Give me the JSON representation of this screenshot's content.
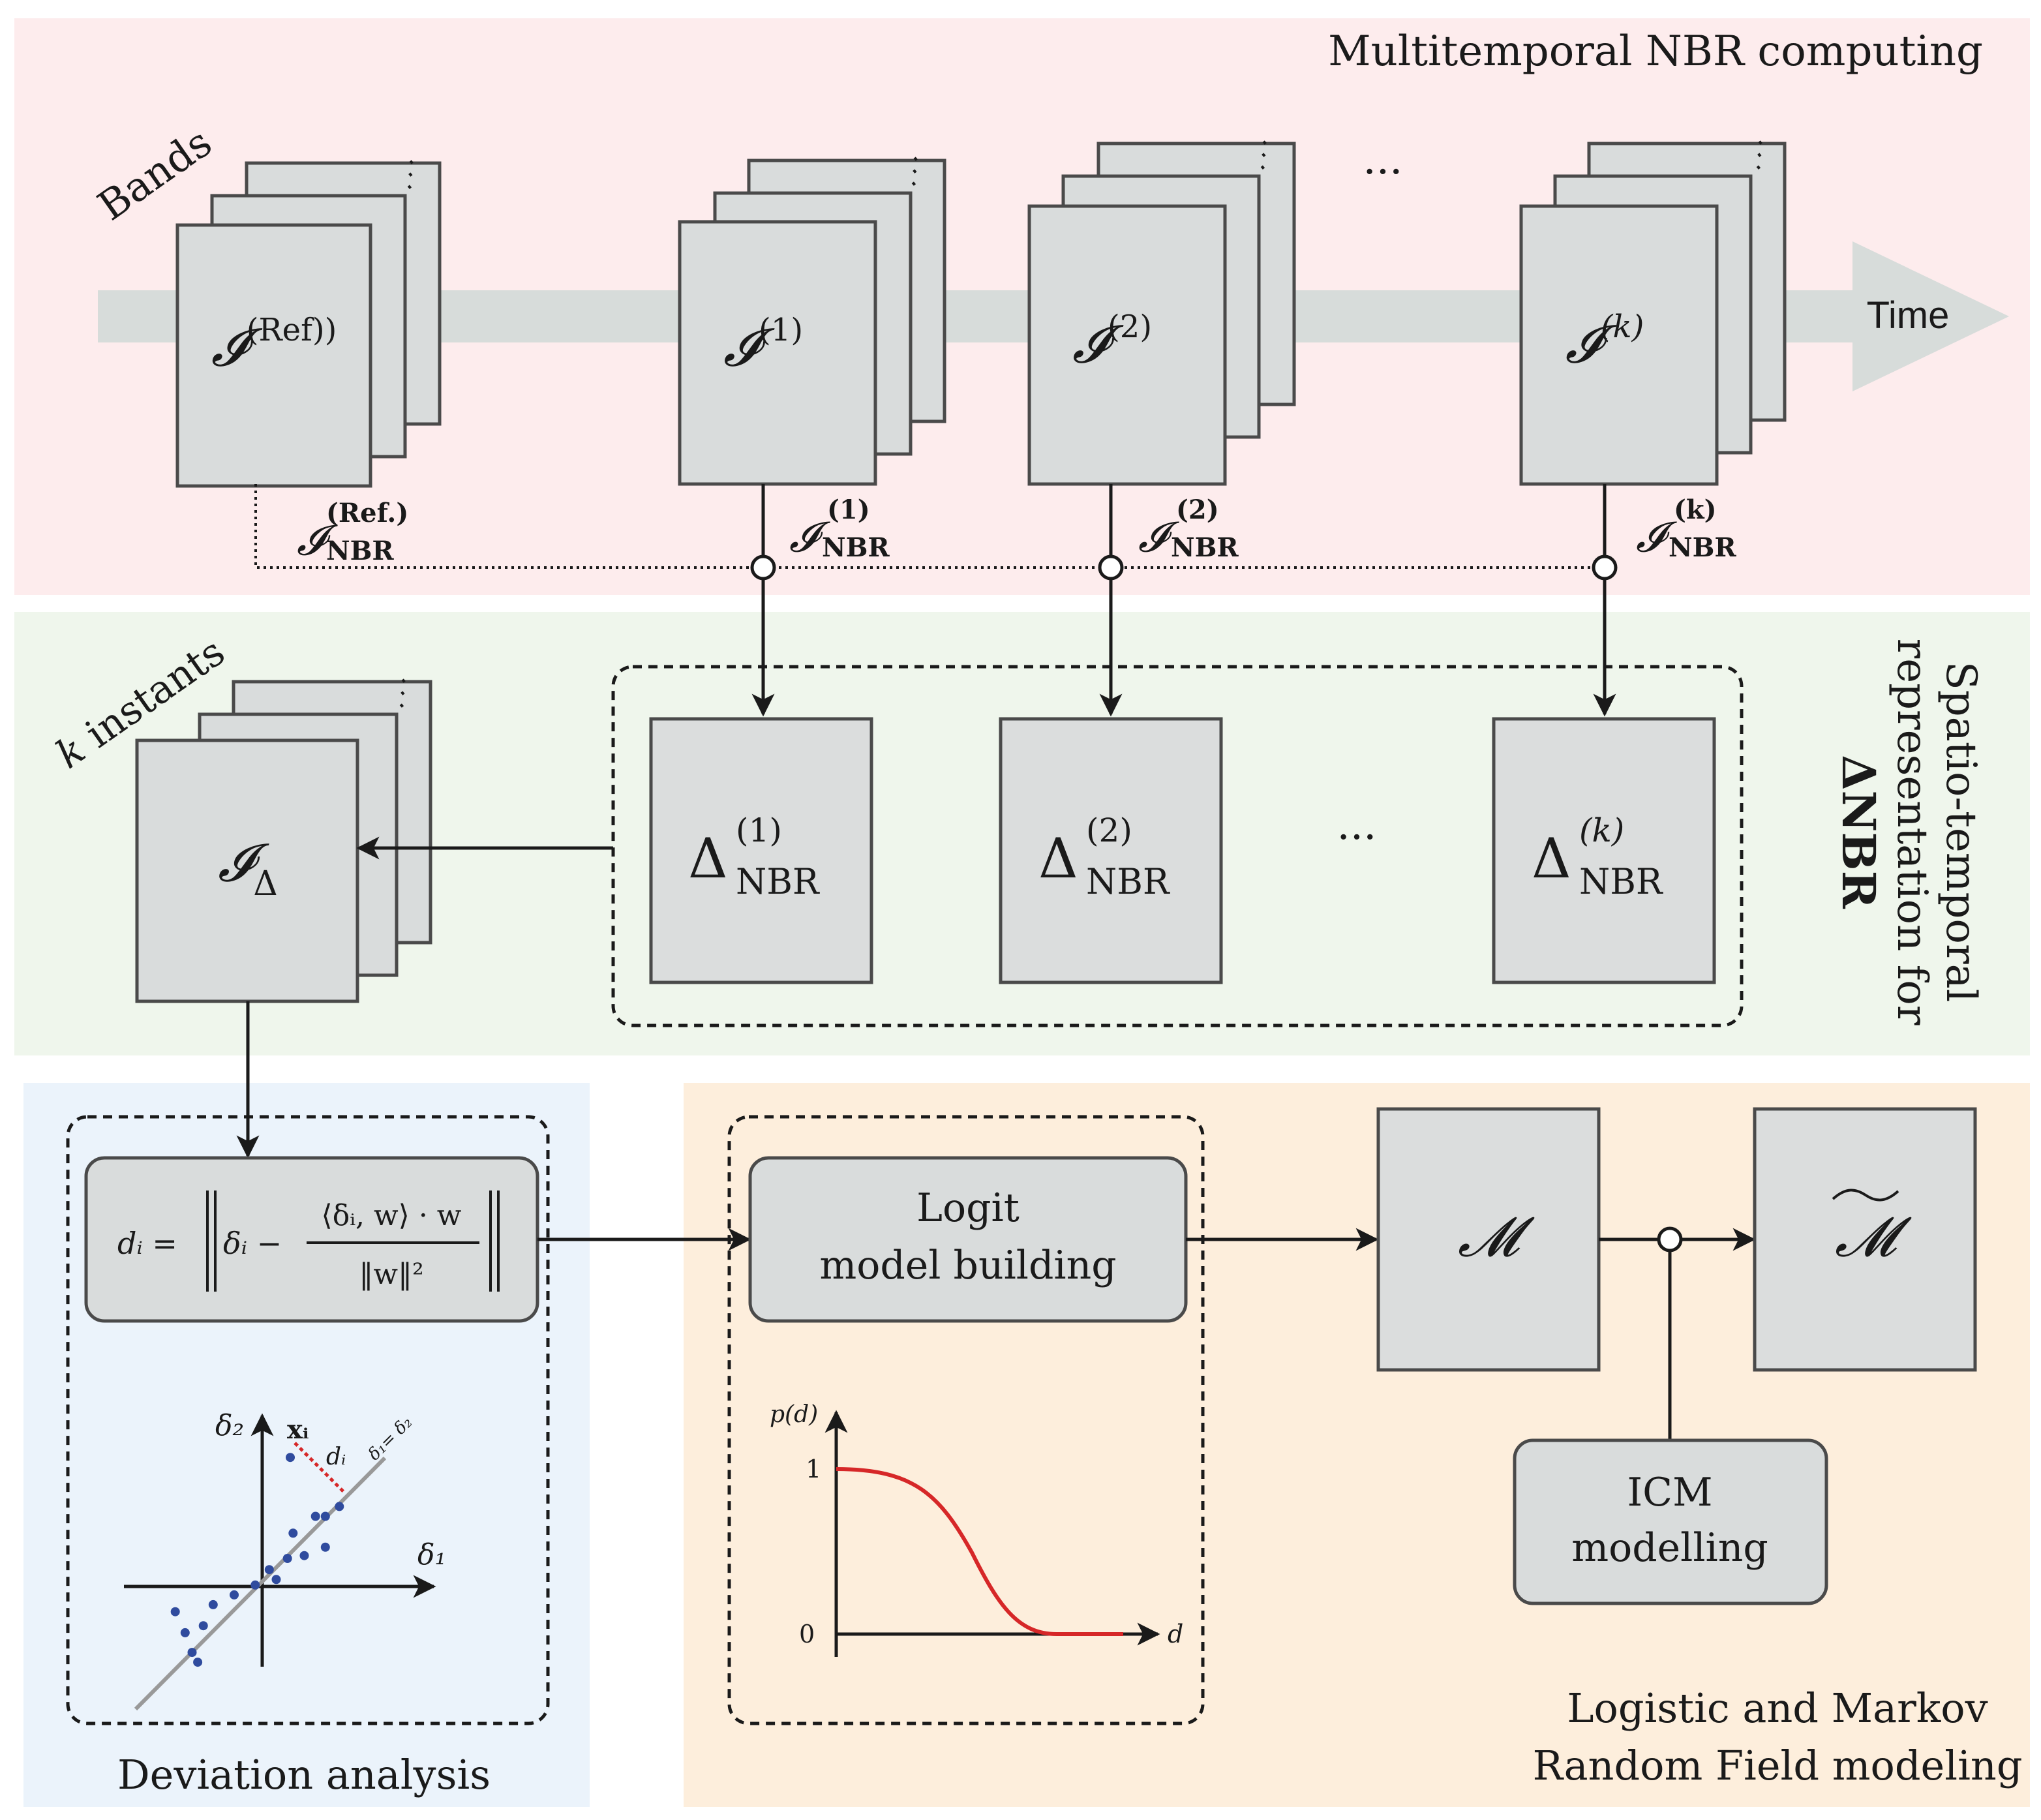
{
  "sections": {
    "top_title": "Multitemporal NBR computing",
    "middle_title_line1": "Spatio-temporal",
    "middle_title_line2": "representation for",
    "middle_title_line3": "ΔNBR",
    "bottom_left_title": "Deviation analysis",
    "bottom_right_title_line1": "Logistic and Markov",
    "bottom_right_title_line2": "Random Field modeling"
  },
  "top": {
    "bands_label": "Bands",
    "time_label": "Time",
    "ellipsis": "···",
    "stacks": [
      {
        "base": "𝓘",
        "sup": "(Ref))",
        "nbr_sup": "(Ref.)",
        "nbr_sub": "NBR"
      },
      {
        "base": "𝓘",
        "sup": "(1)",
        "nbr_sup": "(1)",
        "nbr_sub": "NBR"
      },
      {
        "base": "𝓘",
        "sup": "(2)",
        "nbr_sup": "(2)",
        "nbr_sub": "NBR"
      },
      {
        "base": "𝓘",
        "sup": "(k)",
        "nbr_sup": "(k)",
        "nbr_sub": "NBR"
      }
    ]
  },
  "middle": {
    "k_label_italic": "k",
    "k_label_rest": " instants",
    "stack": {
      "base": "𝓘",
      "sub": "Δ"
    },
    "deltas": [
      {
        "base": "Δ",
        "sup": "(1)",
        "sub": "NBR"
      },
      {
        "base": "Δ",
        "sup": "(2)",
        "sub": "NBR"
      },
      {
        "base": "Δ",
        "sup": "(k)",
        "sub": "NBR"
      }
    ],
    "ellipsis": "···"
  },
  "deviation": {
    "formula_lhs": "dᵢ =",
    "formula_num": "⟨δᵢ, w⟩ · w",
    "formula_den": "‖w‖²",
    "formula_delta": "δᵢ −",
    "plot_y_label": "δ₂",
    "plot_x_label": "δ₁",
    "point_label": "xᵢ",
    "distance_label": "dᵢ",
    "line_label": "δ₁= δ₂",
    "scatter_points": [
      [
        -0.62,
        -0.18
      ],
      [
        -0.55,
        -0.33
      ],
      [
        -0.5,
        -0.47
      ],
      [
        -0.46,
        -0.54
      ],
      [
        -0.42,
        -0.28
      ],
      [
        -0.35,
        -0.13
      ],
      [
        -0.2,
        -0.06
      ],
      [
        -0.05,
        0.01
      ],
      [
        0.05,
        0.12
      ],
      [
        0.1,
        0.05
      ],
      [
        0.18,
        0.2
      ],
      [
        0.22,
        0.38
      ],
      [
        0.3,
        0.22
      ],
      [
        0.38,
        0.5
      ],
      [
        0.45,
        0.5
      ],
      [
        0.55,
        0.57
      ],
      [
        0.45,
        0.28
      ],
      [
        0.2,
        0.92
      ]
    ]
  },
  "logit": {
    "box_line1": "Logit",
    "box_line2": "model building",
    "plot_y_label": "p(d)",
    "plot_x_label": "d",
    "tick_one": "1",
    "tick_zero": "0"
  },
  "markov": {
    "m_label": "𝓜",
    "m_tilde_label": "𝓜",
    "icm_line1": "ICM",
    "icm_line2": "modelling"
  }
}
